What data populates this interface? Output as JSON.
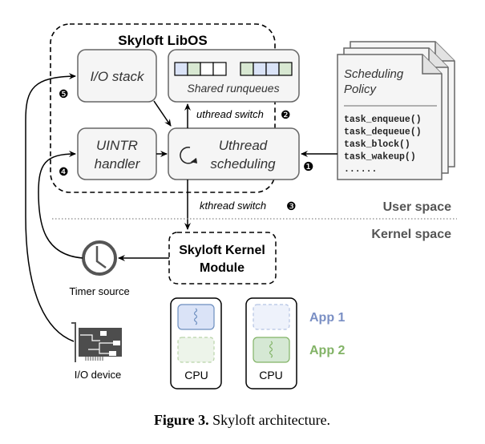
{
  "libos": {
    "title": "Skyloft LibOS",
    "io_stack": "I/O stack",
    "shared_runqueues": "Shared runqueues",
    "uintr_line1": "UINTR",
    "uintr_line2": "handler",
    "uthread_line1": "Uthread",
    "uthread_line2": "scheduling",
    "runqueue_colors": [
      "#dae3f7",
      "#d8e8d2",
      "#ffffff",
      "#ffffff",
      "#d8e8d2",
      "#dae3f7",
      "#dae3f7",
      "#d8e8d2"
    ]
  },
  "labels": {
    "uthread_switch": "uthread switch",
    "kthread_switch": "kthread switch",
    "user_space": "User space",
    "kernel_space": "Kernel space",
    "timer_source": "Timer source",
    "io_device": "I/O device"
  },
  "steps": {
    "s1": "❶",
    "s2": "❷",
    "s3": "❸",
    "s4": "❹",
    "s5": "❺"
  },
  "policy": {
    "title_line1": "Scheduling",
    "title_line2": "Policy",
    "functions": [
      "task_enqueue()",
      "task_dequeue()",
      "task_block()",
      "task_wakeup()",
      "......"
    ]
  },
  "kernel_module": {
    "line1": "Skyloft Kernel",
    "line2": "Module"
  },
  "cpus": [
    {
      "label": "CPU",
      "active_app": "App 1"
    },
    {
      "label": "CPU",
      "active_app": "App 2"
    }
  ],
  "legend": {
    "app1": "App 1",
    "app2": "App 2",
    "app1_color": "#7a8fc4",
    "app2_color": "#82b366"
  },
  "caption": {
    "prefix": "Figure 3.",
    "text": " Skyloft architecture."
  }
}
